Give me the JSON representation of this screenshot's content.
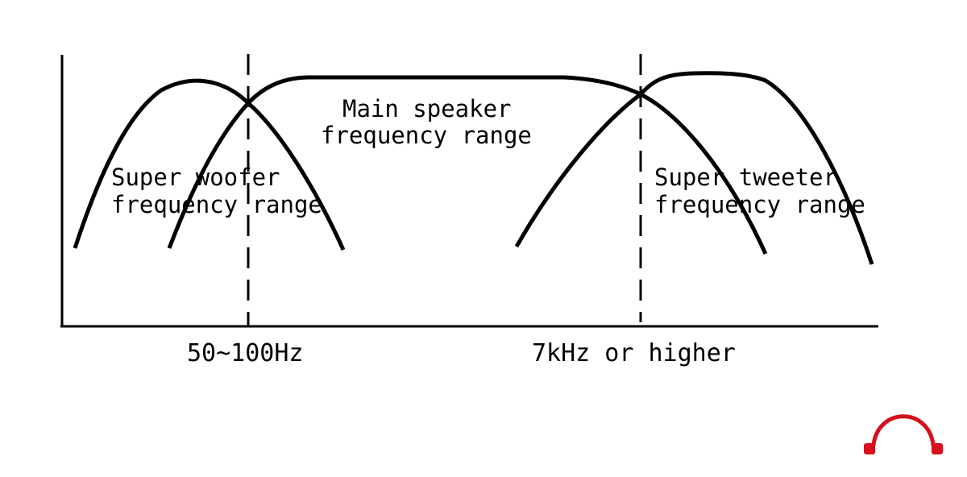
{
  "labels": {
    "main_line1": "Main speaker",
    "main_line2": "frequency range",
    "woofer_line1": "Super woofer",
    "woofer_line2": "frequency range",
    "tweeter_line1": "Super tweeter",
    "tweeter_line2": "frequency range"
  },
  "x_markers": {
    "low": "50~100Hz",
    "high": "7kHz or higher"
  },
  "logo": {
    "icon": "headphones-icon",
    "color": "#d6101c"
  }
}
